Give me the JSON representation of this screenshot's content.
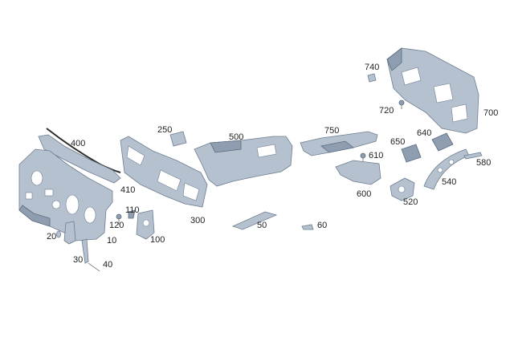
{
  "accent_colors": {
    "part_fill": "#b5c1cf",
    "part_stroke": "#6d7d90",
    "background": "#ffffff"
  },
  "callouts": {
    "c10": "10",
    "c20": "20",
    "c30": "30",
    "c40": "40",
    "c50": "50",
    "c60": "60",
    "c100": "100",
    "c110": "110",
    "c120": "120",
    "c250": "250",
    "c300": "300",
    "c400": "400",
    "c410": "410",
    "c500": "500",
    "c520": "520",
    "c540": "540",
    "c580": "580",
    "c600": "600",
    "c610": "610",
    "c640": "640",
    "c650": "650",
    "c700": "700",
    "c720": "720",
    "c740": "740",
    "c750": "750"
  }
}
